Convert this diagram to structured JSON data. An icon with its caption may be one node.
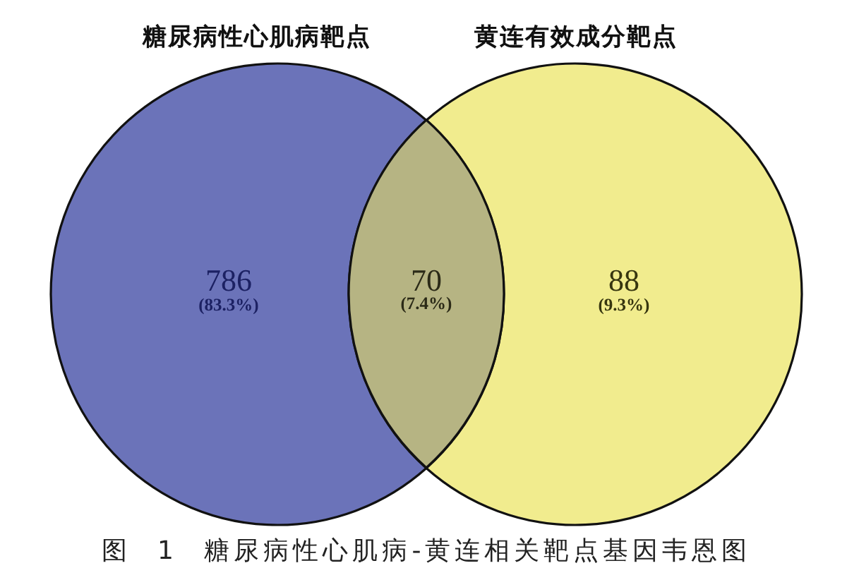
{
  "diagram": {
    "nodes": [
      {
        "text": [
          "糖尿病性心肌病靶点",
          "786",
          "(83.3%)"
        ]
      },
      {
        "text": [
          "黄连有效成分靶点",
          "88",
          "(9.3%)"
        ]
      },
      {
        "text": [
          "70",
          "(7.4%)"
        ]
      }
    ],
    "caption": "图 1 糖尿病性心肌病-黄连相关靶点基因韦恩图"
  }
}
